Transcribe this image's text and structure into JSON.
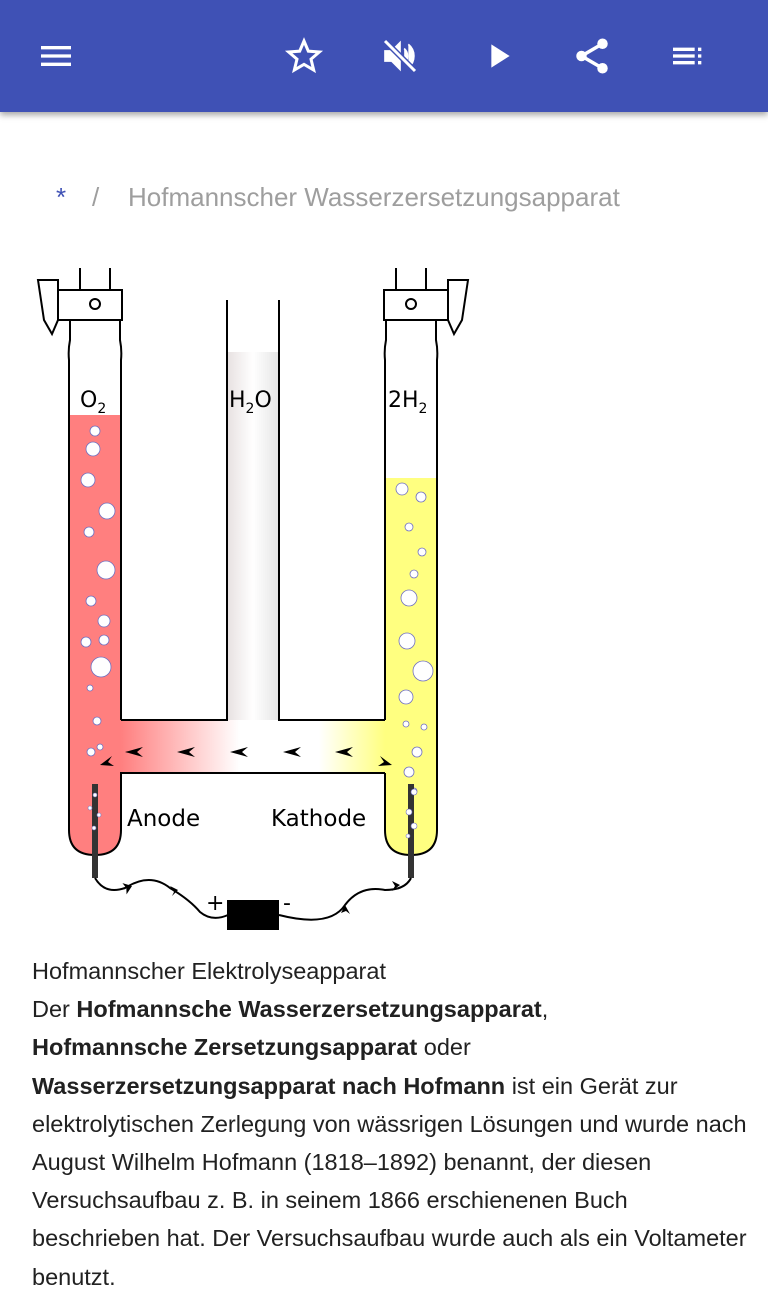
{
  "toolbar": {
    "icons": [
      "menu-icon",
      "star-icon",
      "volume-off-icon",
      "play-icon",
      "share-icon",
      "playlist-icon"
    ],
    "background": "#3f51b5"
  },
  "breadcrumb": {
    "root": "*",
    "separator": "/",
    "current": "Hofmannscher Wasserzersetzungsapparat"
  },
  "diagram": {
    "label_o2": "O",
    "label_o2_sub": "2",
    "label_h2o_h": "H",
    "label_h2o_sub": "2",
    "label_h2o_o": "O",
    "label_2h2": "2H",
    "label_2h2_sub": "2",
    "anode": "Anode",
    "kathode": "Kathode",
    "plus": "+",
    "minus": "-",
    "colors": {
      "oxygen_side": "#ff7f7f",
      "hydrogen_side": "#ffff80"
    }
  },
  "article": {
    "caption": "Hofmannscher Elektrolyseapparat",
    "p_der": "Der ",
    "bold1": "Hofmannsche Wasserzersetzungsapparat",
    "comma": ",",
    "bold2": "Hofmannsche Zersetzungsapparat",
    "oder": " oder",
    "bold3": "Wasserzersetzungsapparat nach Hofmann",
    "rest": " ist ein Gerät zur elektrolytischen Zerlegung von wässrigen Lösungen und wurde nach August Wilhelm Hofmann (1818–1892) benannt, der diesen Versuchsaufbau z. B. in seinem 1866 erschienenen Buch beschrieben hat. Der Versuchsaufbau wurde auch als ein Voltameter benutzt."
  }
}
